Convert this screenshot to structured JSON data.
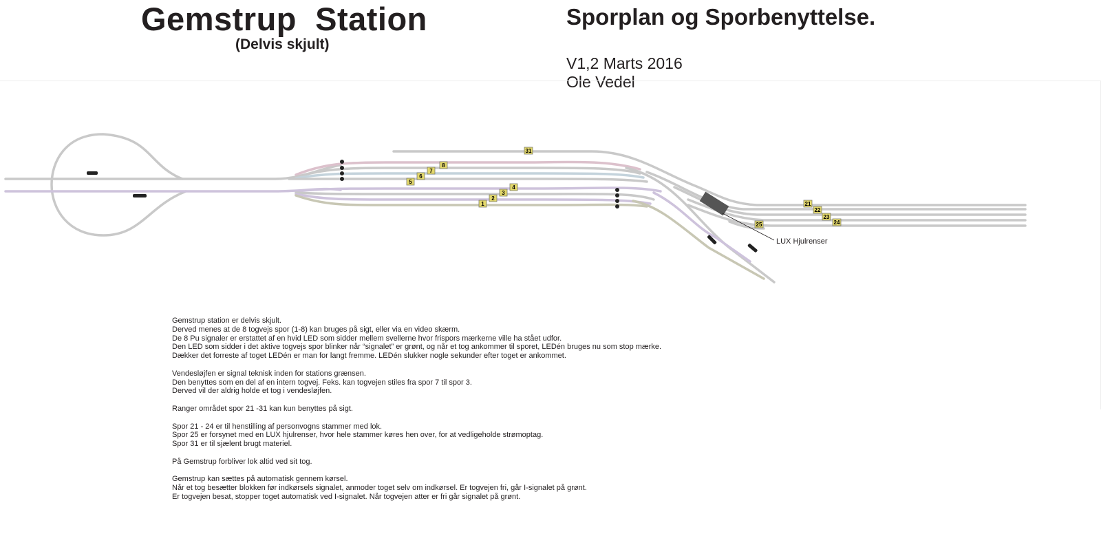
{
  "header": {
    "station_title": "Gemstrup  Station",
    "subtitle": "(Delvis skjult)",
    "plan_title": "Sporplan og Sporbenyttelse.",
    "version": "V1,2 Marts 2016",
    "author": "Ole Vedel"
  },
  "diagram": {
    "track_numbers": [
      "1",
      "2",
      "3",
      "4",
      "5",
      "6",
      "7",
      "8",
      "21",
      "22",
      "23",
      "24",
      "25",
      "31"
    ],
    "lux_label": "LUX Hjulrenser",
    "colors": {
      "track_grey": "#c9c9c9",
      "track_pink": "#dcc1cc",
      "track_blue": "#c4d3dc",
      "track_lilac": "#cec3dc",
      "track_khaki": "#c8c7b4",
      "badge_fill": "#e3d86b",
      "badge_dark": "#7d7d70"
    }
  },
  "notes": [
    [
      "Gemstrup station er delvis skjult.",
      "Derved menes at de 8 togvejs spor (1-8) kan bruges på sigt, eller via en video skærm.",
      "De 8 Pu signaler er erstattet af en hvid LED som sidder mellem svellerne hvor frispors mærkerne ville ha stået udfor.",
      "Den LED som sidder i det aktive togvejs spor blinker når “signalet” er grønt, og når et tog ankommer til sporet, LEDén bruges nu som stop mærke.",
      "Dækker det forreste af toget LEDén er man for langt fremme. LEDén slukker nogle sekunder efter toget er ankommet."
    ],
    [
      "Vendesløjfen er signal teknisk inden for stations grænsen.",
      "Den benyttes som en del af en intern togvej. Feks. kan togvejen stiles fra spor 7 til spor 3.",
      "Derved vil der aldrig holde et tog i vendesløjfen."
    ],
    [
      "Ranger området spor 21 -31 kan kun benyttes på sigt."
    ],
    [
      "Spor 21 - 24 er til henstilling af personvogns stammer med lok.",
      "Spor 25 er forsynet med en LUX hjulrenser, hvor hele stammer køres hen over, for at vedligeholde strømoptag.",
      "Spor 31 er til sjælent brugt materiel."
    ],
    [
      "På Gemstrup forbliver lok altid ved sit tog."
    ],
    [
      "Gemstrup kan sættes på automatisk gennem kørsel.",
      "Når et tog besætter blokken før indkørsels signalet, anmoder toget selv om indkørsel. Er togvejen fri, går I-signalet på grønt.",
      "Er togvejen besat, stopper toget automatisk ved I-signalet. Når togvejen atter er fri går signalet på grønt."
    ]
  ]
}
